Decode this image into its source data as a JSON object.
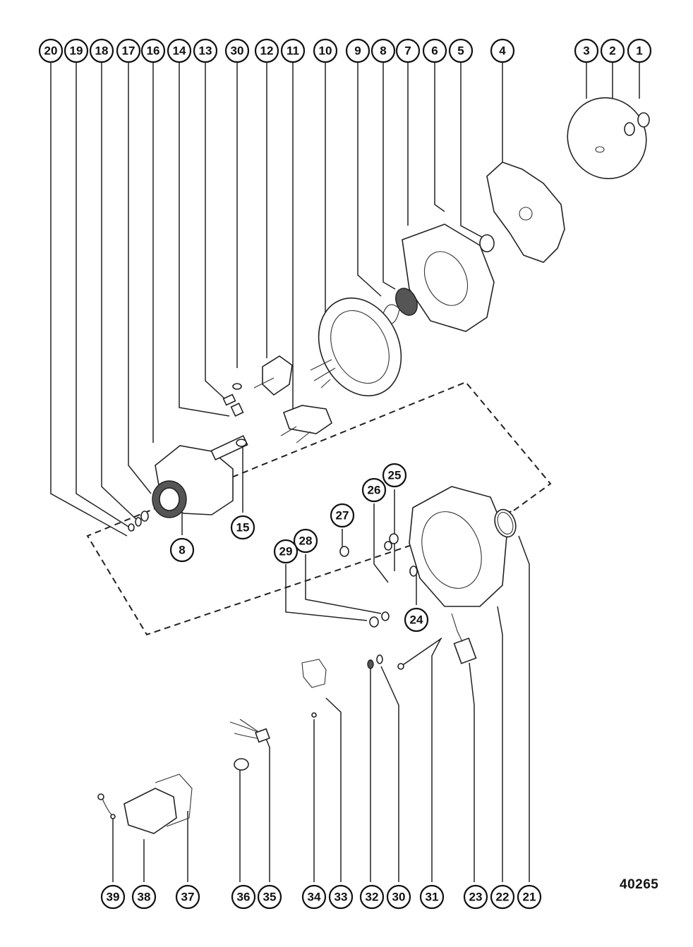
{
  "figure_number": "40265",
  "callouts": [
    {
      "label": "20"
    },
    {
      "label": "19"
    },
    {
      "label": "18"
    },
    {
      "label": "17"
    },
    {
      "label": "16"
    },
    {
      "label": "14"
    },
    {
      "label": "13"
    },
    {
      "label": "30"
    },
    {
      "label": "12"
    },
    {
      "label": "11"
    },
    {
      "label": "10"
    },
    {
      "label": "9"
    },
    {
      "label": "8"
    },
    {
      "label": "7"
    },
    {
      "label": "6"
    },
    {
      "label": "5"
    },
    {
      "label": "4"
    },
    {
      "label": "3"
    },
    {
      "label": "2"
    },
    {
      "label": "1"
    },
    {
      "label": "15"
    },
    {
      "label": "8"
    },
    {
      "label": "27"
    },
    {
      "label": "26"
    },
    {
      "label": "25"
    },
    {
      "label": "28"
    },
    {
      "label": "29"
    },
    {
      "label": "24"
    },
    {
      "label": "39"
    },
    {
      "label": "38"
    },
    {
      "label": "37"
    },
    {
      "label": "36"
    },
    {
      "label": "35"
    },
    {
      "label": "34"
    },
    {
      "label": "33"
    },
    {
      "label": "32"
    },
    {
      "label": "30"
    },
    {
      "label": "31"
    },
    {
      "label": "23"
    },
    {
      "label": "22"
    },
    {
      "label": "21"
    }
  ]
}
